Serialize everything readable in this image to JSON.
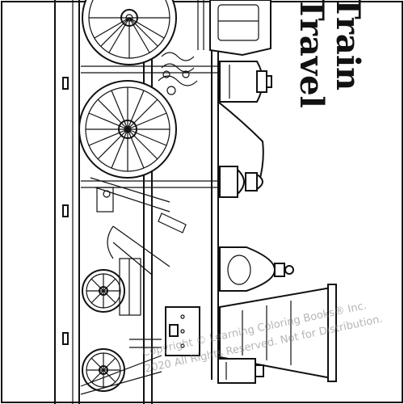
{
  "image": {
    "kind": "coloring page",
    "subject": "steam locomotive"
  },
  "title": {
    "line1": "Train",
    "line2": "Travel"
  },
  "watermark": {
    "line1": "Copyright © Learning Coloring Books® Inc.",
    "line2": "2020 All Rights Reserved. Not for Distribution."
  },
  "colors": {
    "ink": "#111111",
    "paper": "#ffffff",
    "watermark": "#7a7a7a"
  }
}
